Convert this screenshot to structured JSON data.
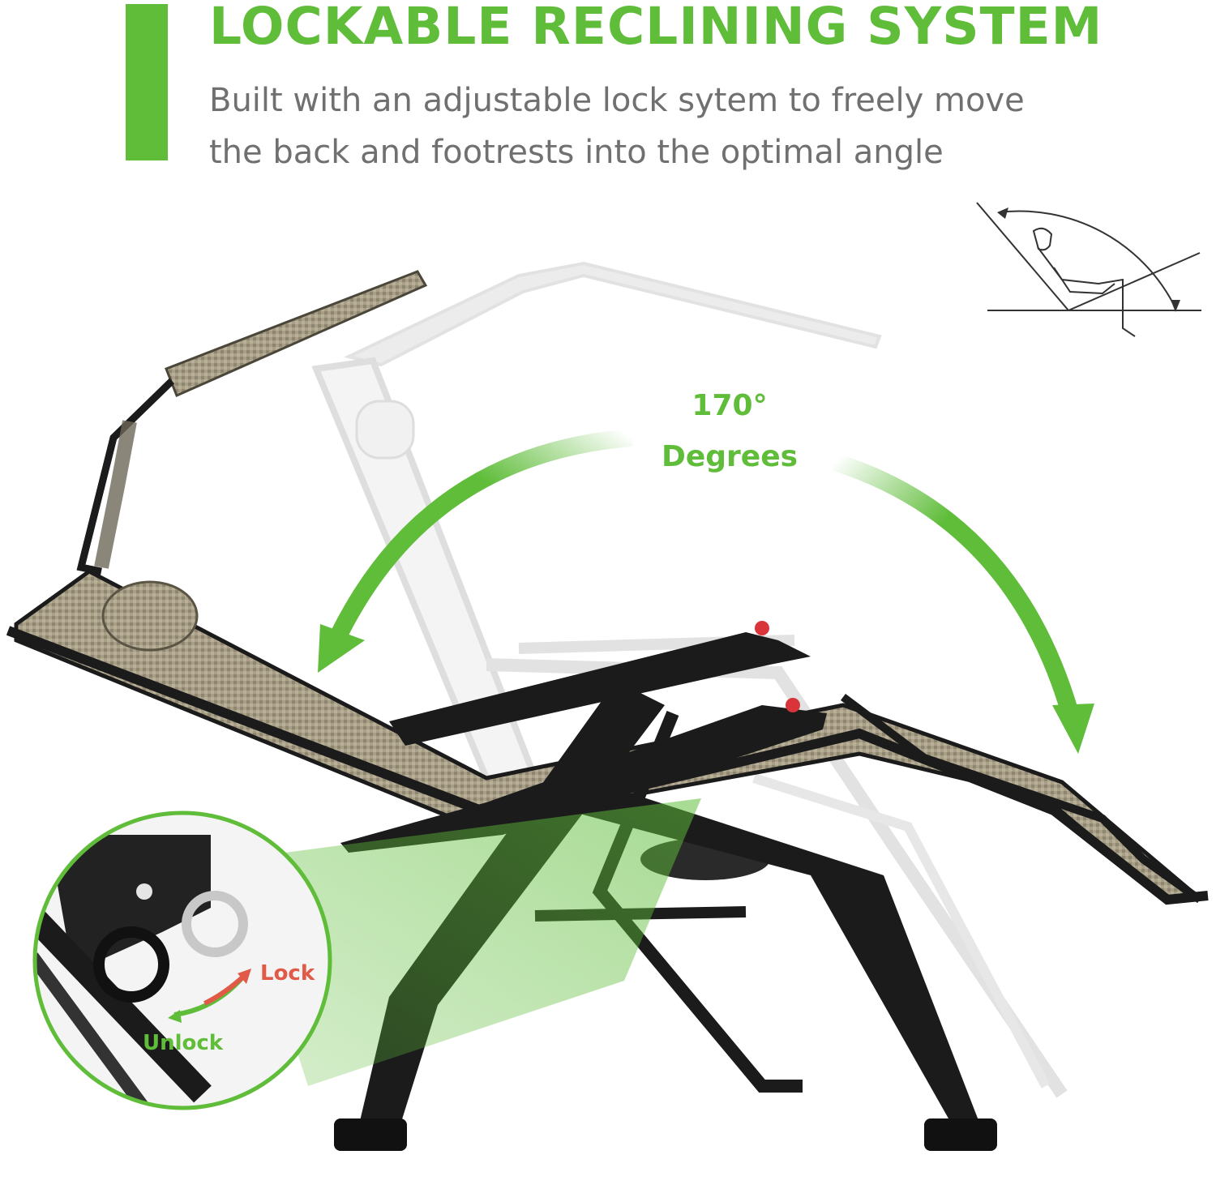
{
  "header": {
    "title": "LOCKABLE RECLINING SYSTEM",
    "subtitle_line1": "Built with an adjustable lock sytem to freely move",
    "subtitle_line2": "the back and footrests into the optimal angle"
  },
  "annotations": {
    "degree_value": "170°",
    "degree_word": "Degrees",
    "lock": "Lock",
    "unlock": "Unlock"
  },
  "icons": {
    "recline_diagram": "recline-angle-diagram-icon",
    "arrow_left": "curved-arrow-left-icon",
    "arrow_right": "curved-arrow-right-icon"
  },
  "colors": {
    "accent_green": "#5fbd3a",
    "lock_red": "#e05a47",
    "subtitle_gray": "#707070",
    "frame_black": "#1b1b1b",
    "fabric_tan": "#a89f86"
  }
}
